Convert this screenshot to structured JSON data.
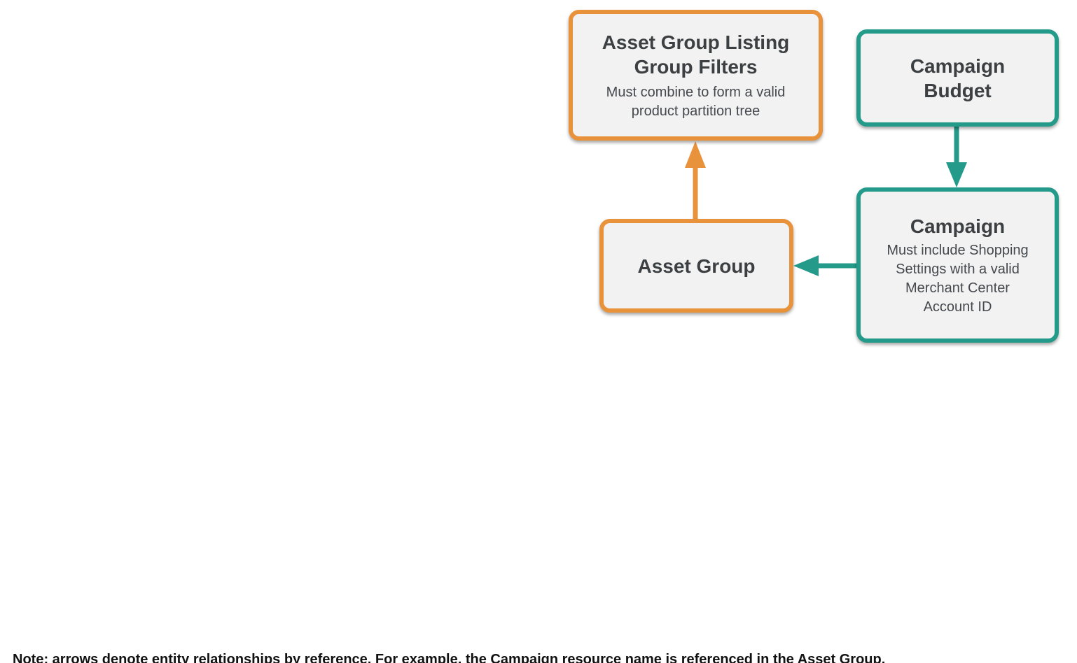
{
  "diagram": {
    "nodes": [
      {
        "id": "asset-group-listing-group-filters",
        "title": "Asset Group Listing Group Filters",
        "subtitle": "Must combine to form a valid product partition tree",
        "accent": "orange"
      },
      {
        "id": "campaign-budget",
        "title": "Campaign Budget",
        "subtitle": "",
        "accent": "teal"
      },
      {
        "id": "asset-group",
        "title": "Asset Group",
        "subtitle": "",
        "accent": "orange"
      },
      {
        "id": "campaign",
        "title": "Campaign",
        "subtitle": "Must include Shopping Settings with a valid Merchant Center Account ID",
        "accent": "teal"
      }
    ],
    "edges": [
      {
        "from": "asset-group",
        "to": "asset-group-listing-group-filters",
        "color": "orange",
        "direction": "up"
      },
      {
        "from": "campaign-budget",
        "to": "campaign",
        "color": "teal",
        "direction": "down"
      },
      {
        "from": "campaign",
        "to": "asset-group",
        "color": "teal",
        "direction": "left"
      }
    ]
  },
  "colors": {
    "orange": "#E9923C",
    "teal": "#249B8A",
    "box_fill": "#F2F2F2",
    "text": "#3C4043",
    "subtext": "#45494E",
    "note_text": "#111111"
  },
  "note": "Note: arrows denote entity relationships by reference. For example, the Campaign resource name is referenced in the Asset Group."
}
